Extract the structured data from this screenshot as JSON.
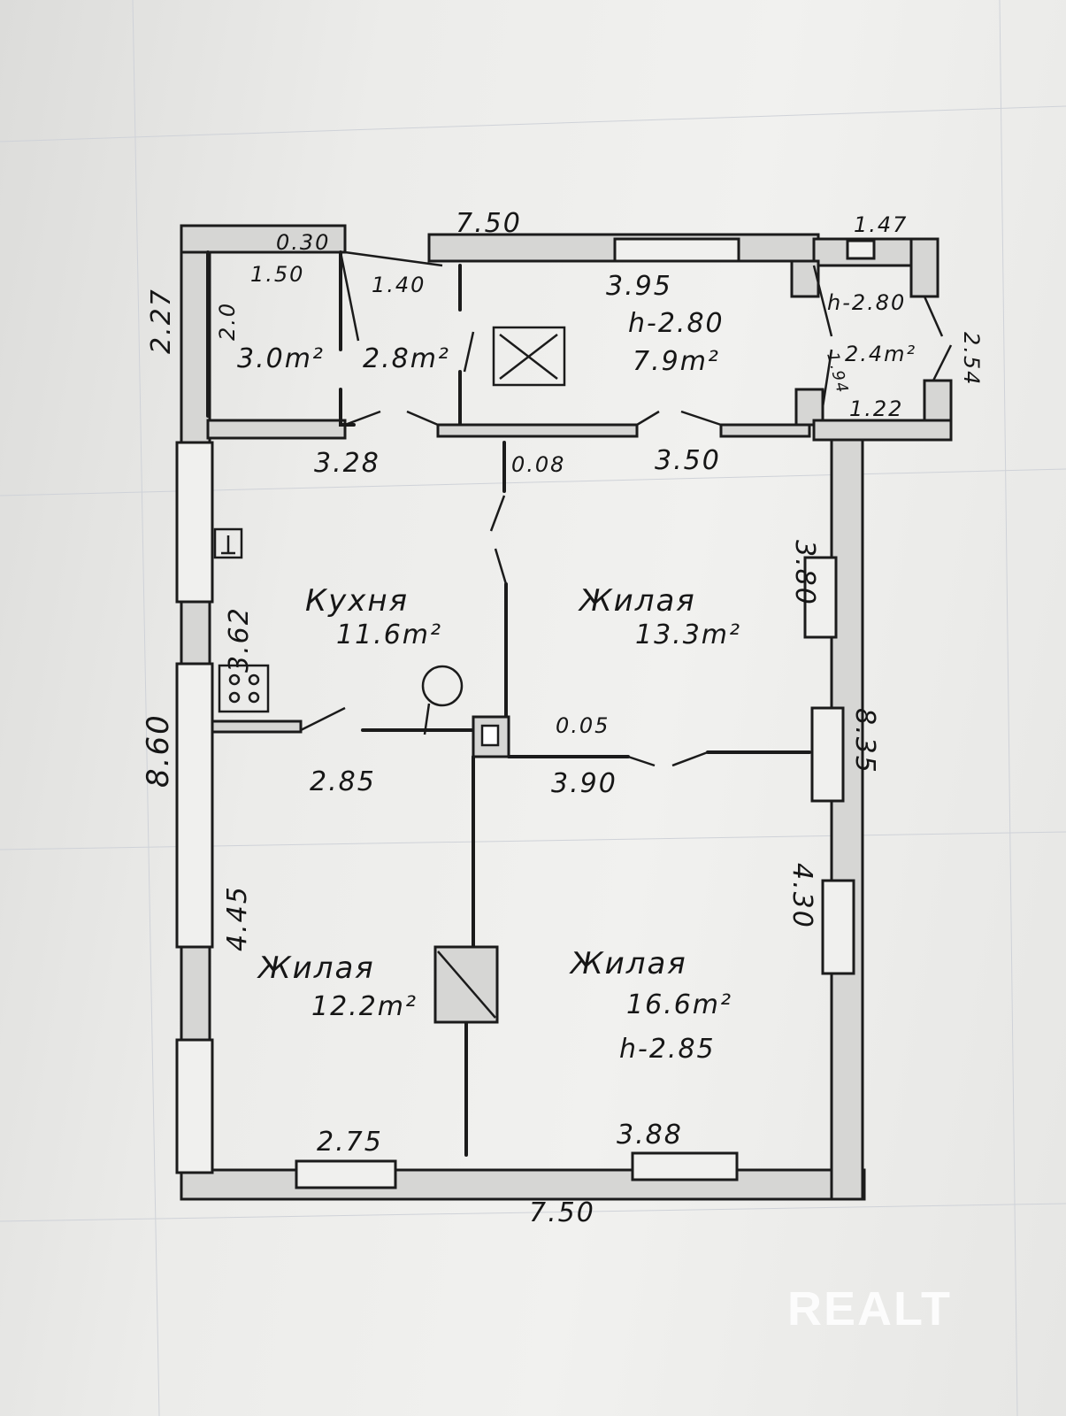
{
  "plan": {
    "rooms": [
      {
        "name": "Кухня",
        "area": "11.6m²"
      },
      {
        "name": "Жилая",
        "area": "13.3m²"
      },
      {
        "name": "Жилая",
        "area": "12.2m²"
      },
      {
        "name": "Жилая",
        "area": "16.6m²",
        "height": "h-2.85"
      },
      {
        "area": "3.0m²"
      },
      {
        "area": "2.8m²"
      },
      {
        "area": "7.9m²",
        "height": "h-2.80",
        "width": "3.95"
      },
      {
        "area": "2.4m²",
        "height": "h-2.80"
      }
    ],
    "dimensions": {
      "top_main": "7.50",
      "top_right": "1.47",
      "bottom": "7.50",
      "left_total": "8.60",
      "left_annex": "2.27",
      "right_total": "8.35",
      "right_annex": "2.54",
      "wall_030": "0.30",
      "d_150": "1.50",
      "d_140": "1.40",
      "d_20": "2.0",
      "d_328": "3.28",
      "d_008": "0.08",
      "d_350": "3.50",
      "d_380": "3.80",
      "d_362": "3.62",
      "d_285": "2.85",
      "d_005": "0.05",
      "d_390": "3.90",
      "d_445": "4.45",
      "d_430": "4.30",
      "d_275": "2.75",
      "d_388": "3.88",
      "d_194": "1.94",
      "d_122": "1.22"
    }
  },
  "watermark": "REALT"
}
